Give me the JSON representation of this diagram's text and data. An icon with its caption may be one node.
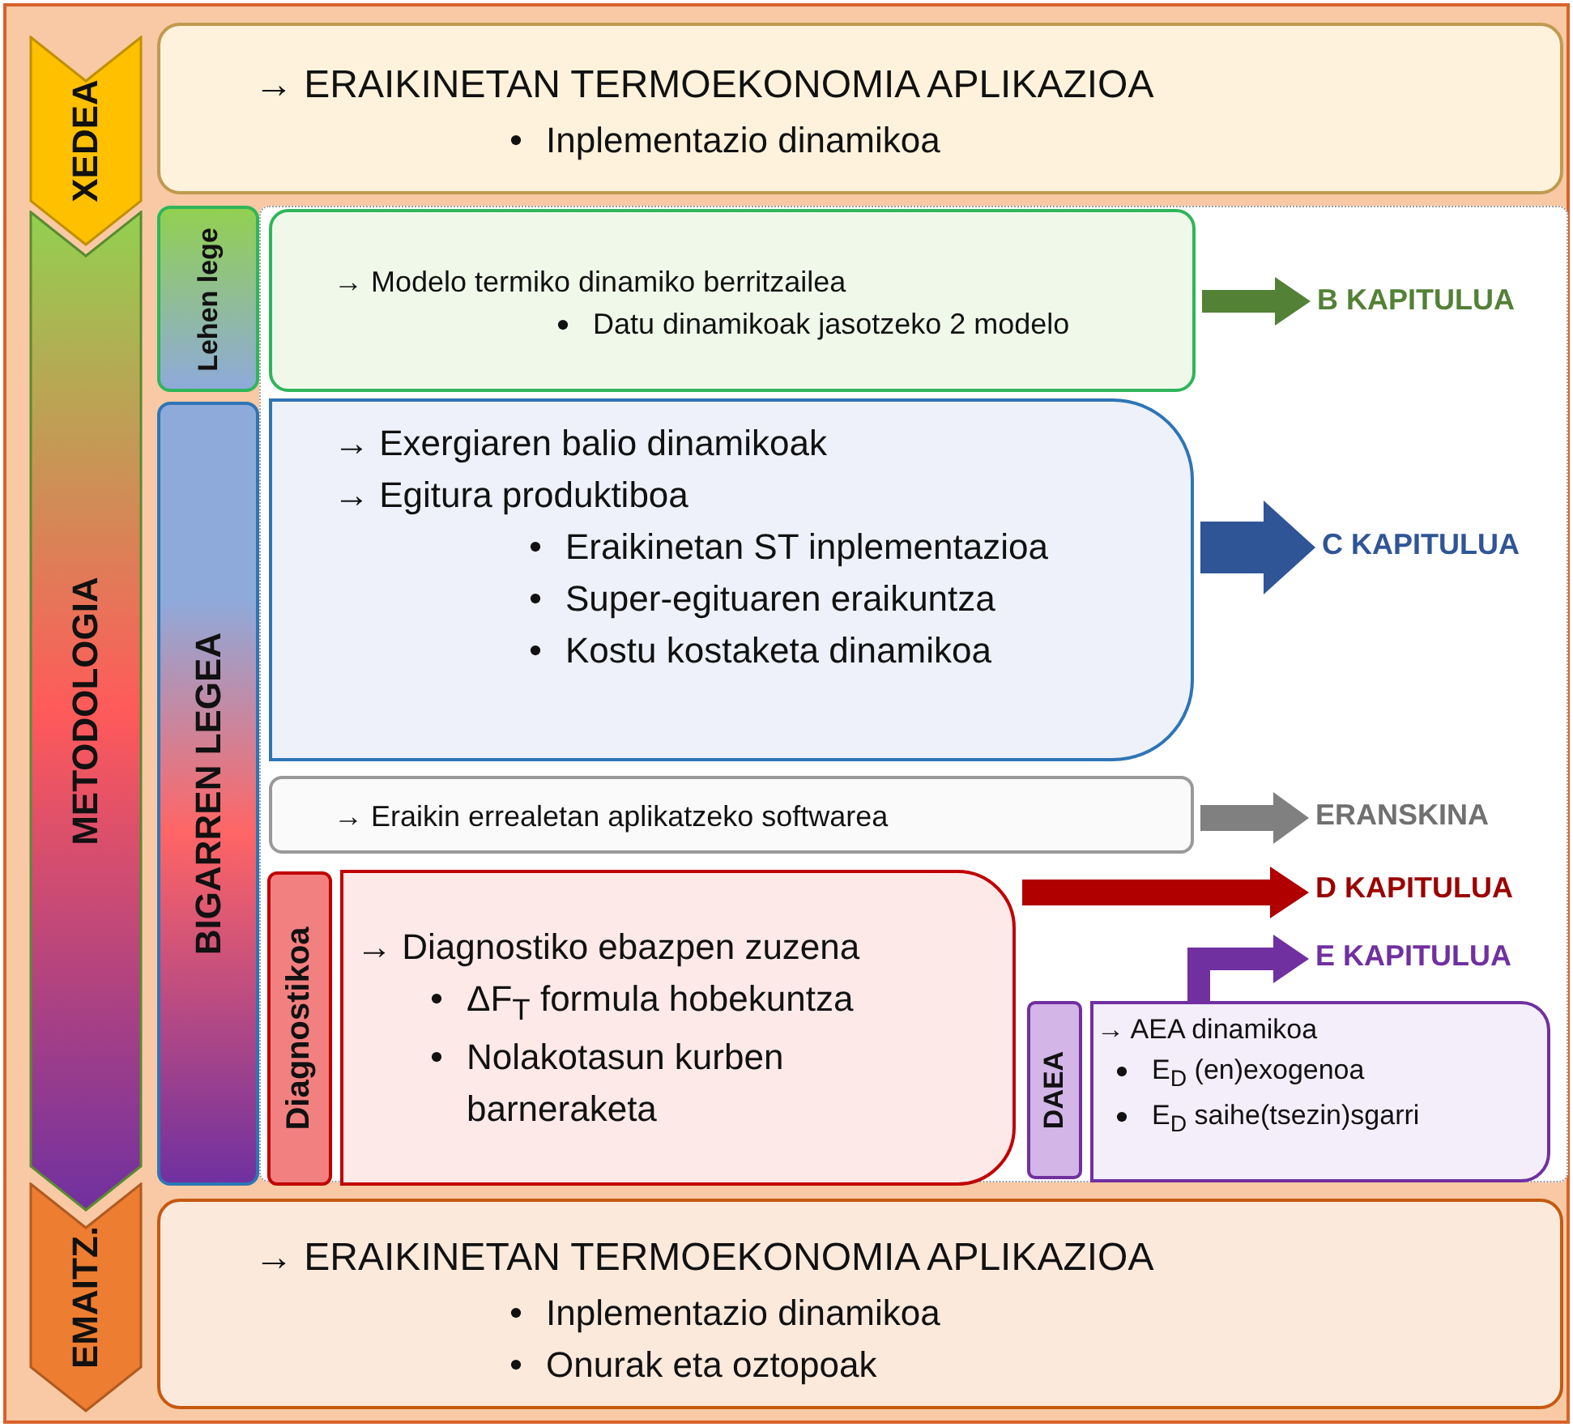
{
  "diagram": {
    "nodes": [
      {
        "text": [
          "XEDEA"
        ]
      },
      {
        "text": [
          "→ ERAIKINETAN TERMOEKONOMIA APLIKAZIOA",
          "Inplementazio dinamikoa"
        ]
      },
      {
        "text": [
          "METODOLOGIA"
        ]
      },
      {
        "text": [
          "Lehen lege"
        ]
      },
      {
        "text": [
          "→ Modelo termiko dinamiko berritzailea",
          "Datu dinamikoak jasotzeko 2 modelo"
        ]
      },
      {
        "text": [
          "B KAPITULUA"
        ]
      },
      {
        "text": [
          "BIGARREN LEGEA"
        ]
      },
      {
        "text": [
          "→ Exergiaren balio dinamikoak",
          "→ Egitura produktiboa",
          "Eraikinetan ST inplementazioa",
          "Super-egituaren eraikuntza",
          "Kostu kostaketa dinamikoa"
        ]
      },
      {
        "text": [
          "C KAPITULUA"
        ]
      },
      {
        "text": [
          "→ Eraikin errealetan aplikatzeko softwarea"
        ]
      },
      {
        "text": [
          "ERANSKINA"
        ]
      },
      {
        "text": [
          "Diagnostikoa"
        ]
      },
      {
        "text": [
          "→ Diagnostiko ebazpen zuzena",
          "ΔF$_{T}$ formula hobekuntza",
          "Nolakotasun kurben barneraketa"
        ]
      },
      {
        "text": [
          "D KAPITULUA"
        ]
      },
      {
        "text": [
          "E KAPITULUA"
        ]
      },
      {
        "text": [
          "DAEA"
        ]
      },
      {
        "text": [
          "→ AEA dinamikoa",
          "E$_{D}$ (en)exogenoa",
          "E$_{D}$ saihe(tsezin)sgarri"
        ]
      },
      {
        "text": [
          "EMAITZ."
        ]
      },
      {
        "text": [
          "→ ERAIKINETAN TERMOEKONOMIA APLIKAZIOA",
          "Inplementazio dinamikoa",
          "Onurak eta oztopoak"
        ]
      }
    ],
    "edges": [
      {
        "from": 4,
        "to": 5,
        "arrow": "to",
        "color": "#538135"
      },
      {
        "from": 7,
        "to": 8,
        "arrow": "to",
        "style": "thick",
        "color": "#2f5597"
      },
      {
        "from": 9,
        "to": 10,
        "arrow": "to",
        "color": "#808080"
      },
      {
        "from": 12,
        "to": 13,
        "arrow": "to",
        "color": "#b00000"
      },
      {
        "from": 16,
        "to": 14,
        "arrow": "to",
        "color": "#7030a0"
      }
    ]
  }
}
